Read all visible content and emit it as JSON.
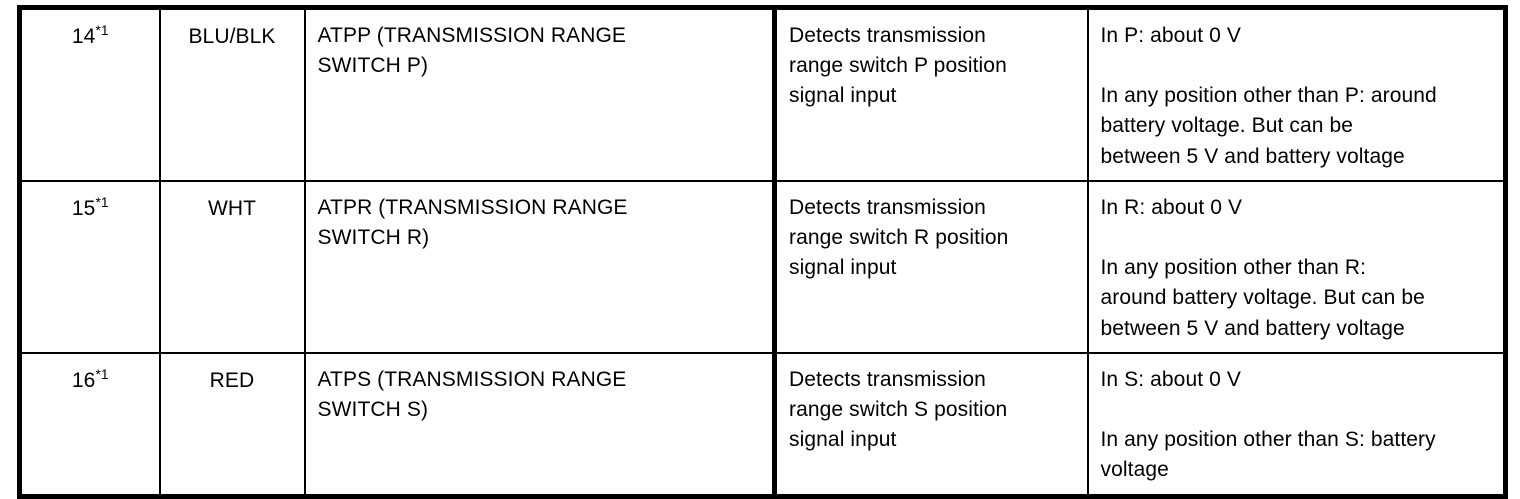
{
  "table": {
    "name": "ecm-pcm-connector-terminal-table",
    "columns": [
      {
        "key": "pin",
        "name": "terminal-number"
      },
      {
        "key": "wire",
        "name": "wire-color"
      },
      {
        "key": "name",
        "name": "terminal-name"
      },
      {
        "key": "desc",
        "name": "description"
      },
      {
        "key": "signal",
        "name": "signal-voltage"
      }
    ],
    "rows": [
      {
        "pin_number": "14",
        "pin_note": "*1",
        "wire_color": "BLU/BLK",
        "terminal_name_line1": "ATPP (TRANSMISSION RANGE",
        "terminal_name_line2": "SWITCH P)",
        "description_line1": "Detects transmission",
        "description_line2": "range switch P position",
        "description_line3": "signal input",
        "signal_para1": "In P: about 0 V",
        "signal_para2_line1": "In any position other than P: around",
        "signal_para2_line2": "battery voltage. But can be",
        "signal_para2_line3": "between 5 V and battery voltage"
      },
      {
        "pin_number": "15",
        "pin_note": "*1",
        "wire_color": "WHT",
        "terminal_name_line1": "ATPR (TRANSMISSION RANGE",
        "terminal_name_line2": "SWITCH R)",
        "description_line1": "Detects transmission",
        "description_line2": "range switch R position",
        "description_line3": "signal input",
        "signal_para1": "In R: about 0 V",
        "signal_para2_line1": "In any position other than R:",
        "signal_para2_line2": "around battery voltage. But can be",
        "signal_para2_line3": "between 5 V and battery voltage"
      },
      {
        "pin_number": "16",
        "pin_note": "*1",
        "wire_color": "RED",
        "terminal_name_line1": "ATPS (TRANSMISSION RANGE",
        "terminal_name_line2": "SWITCH S)",
        "description_line1": "Detects transmission",
        "description_line2": "range switch S position",
        "description_line3": "signal input",
        "signal_para1": "In S: about 0 V",
        "signal_para2_line1": "In any position other than S: battery",
        "signal_para2_line2": "voltage",
        "signal_para2_line3": ""
      }
    ]
  },
  "colors": {
    "ink": "#000000",
    "paper": "#ffffff"
  }
}
